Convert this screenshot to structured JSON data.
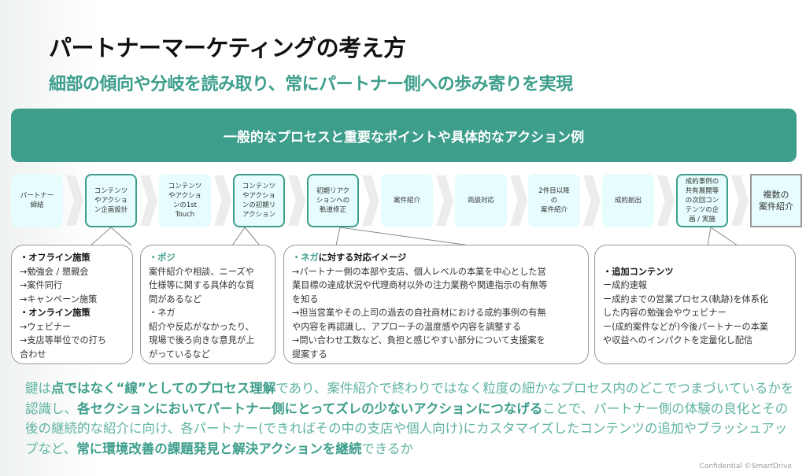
{
  "title": "パートナーマーケティングの考え方",
  "subtitle": "細部の傾向や分岐を読み取り、常にパートナー側への歩み寄りを実現",
  "banner": "一般的なプロセスと重要なポイントや具体的なアクション例",
  "steps": [
    {
      "label": "パートナー\n締結",
      "style": "plain"
    },
    {
      "label": "コンテンツ\nやアクショ\nン企画設計",
      "style": "hl"
    },
    {
      "label": "コンテンツ\nやアクショ\nンの1st\nTouch",
      "style": "plain"
    },
    {
      "label": "コンテンツ\nやアクショ\nンの初期リ\nアクション",
      "style": "hl"
    },
    {
      "label": "初期リアク\nションへの\n軌道修正",
      "style": "hl"
    },
    {
      "label": "案件紹介",
      "style": "plain"
    },
    {
      "label": "商談対応",
      "style": "plain"
    },
    {
      "label": "2件目以降\nの\n案件紹介",
      "style": "plain"
    },
    {
      "label": "成約創出",
      "style": "plain"
    },
    {
      "label": "成約事例の\n共有展開等\nの次回コン\nテンツの企\n画 / 実施",
      "style": "hl"
    },
    {
      "label": "複数の\n案件紹介",
      "style": "sq"
    }
  ],
  "callouts": [
    {
      "lines": [
        [
          {
            "t": "・オフライン施策",
            "s": "b"
          }
        ],
        [
          {
            "t": "→勉強会 / 懇親会",
            "s": ""
          }
        ],
        [
          {
            "t": "→案件同行",
            "s": ""
          }
        ],
        [
          {
            "t": "→キャンペーン施策",
            "s": ""
          }
        ],
        [
          {
            "t": "・オンライン施策",
            "s": "b"
          }
        ],
        [
          {
            "t": "→ウェビナー",
            "s": ""
          }
        ],
        [
          {
            "t": "→支店等単位での打ち",
            "s": ""
          }
        ],
        [
          {
            "t": "合わせ",
            "s": ""
          }
        ]
      ]
    },
    {
      "lines": [
        [
          {
            "t": "・ポジ",
            "s": "t"
          }
        ],
        [
          {
            "t": "案件紹介や相談、ニーズや",
            "s": ""
          }
        ],
        [
          {
            "t": "仕様等に関する具体的な質",
            "s": ""
          }
        ],
        [
          {
            "t": "問があるなど",
            "s": ""
          }
        ],
        [
          {
            "t": "・ネガ",
            "s": ""
          }
        ],
        [
          {
            "t": "紹介や反応がなかったり、",
            "s": ""
          }
        ],
        [
          {
            "t": "現場で後ろ向きな意見が上",
            "s": ""
          }
        ],
        [
          {
            "t": "がっているなど",
            "s": ""
          }
        ]
      ]
    },
    {
      "lines": [
        [
          {
            "t": "・ネガ",
            "s": "t"
          },
          {
            "t": "に対する対応イメージ",
            "s": "b"
          }
        ],
        [
          {
            "t": "→パートナー側の本部や支店、個人レベルの本業を中心とした営",
            "s": ""
          }
        ],
        [
          {
            "t": "業目標の達成状況や代理商材以外の注力業務や関連指示の有無等",
            "s": ""
          }
        ],
        [
          {
            "t": "を知る",
            "s": ""
          }
        ],
        [
          {
            "t": "→担当営業やその上司の過去の自社商材における成約事例の有無",
            "s": ""
          }
        ],
        [
          {
            "t": "や内容を再認識し、アプローチの温度感や内容を調整する",
            "s": ""
          }
        ],
        [
          {
            "t": "→問い合わせ工数など、負担と感じやすい部分について支援案を",
            "s": ""
          }
        ],
        [
          {
            "t": "提案する",
            "s": ""
          }
        ]
      ]
    },
    {
      "lines": [
        [
          {
            "t": "",
            "s": ""
          }
        ],
        [
          {
            "t": "・追加コンテンツ",
            "s": "b"
          }
        ],
        [
          {
            "t": "ー成約速報",
            "s": ""
          }
        ],
        [
          {
            "t": "ー成約までの営業プロセス(軌跡)を体系化",
            "s": ""
          }
        ],
        [
          {
            "t": "した内容の勉強会やウェビナー",
            "s": ""
          }
        ],
        [
          {
            "t": "ー(成約案件などが)今後パートナーの本業",
            "s": ""
          }
        ],
        [
          {
            "t": "や収益へのインパクトを定量化し配信",
            "s": ""
          }
        ]
      ]
    }
  ],
  "footer": [
    {
      "t": "鍵は",
      "s": ""
    },
    {
      "t": "点ではなく“線”としてのプロセス理解",
      "s": "b"
    },
    {
      "t": "であり、案件紹介で終わりではなく粒度の細かなプロセス内のどこでつまづいているかを認識し、",
      "s": ""
    },
    {
      "t": "各セクションにおいてパートナー側にとってズレの少ないアクションにつなげる",
      "s": "b"
    },
    {
      "t": "ことで、パートナー側の体験の良化とその後の継続的な紹介に向け、各パートナー(できればその中の支店や個人向け)にカスタマイズしたコンテンツの追加やブラッシュアップなど、",
      "s": ""
    },
    {
      "t": "常に環境改善の課題発見と解決アクションを継続",
      "s": "b"
    },
    {
      "t": "できるか",
      "s": ""
    }
  ],
  "confidential": "Confidential ©SmartDrive",
  "colors": {
    "accent": "#3d9e8b",
    "step_bg": "#e6fcfd"
  }
}
